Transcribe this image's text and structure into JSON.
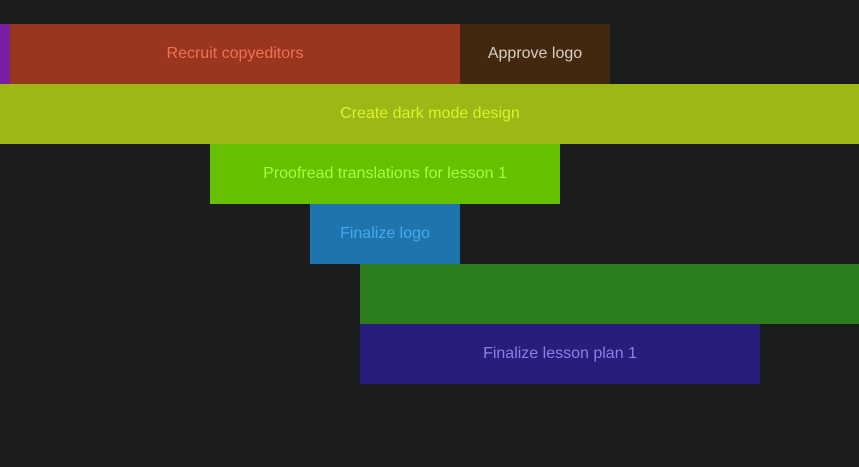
{
  "chart_data": {
    "type": "gantt",
    "tasks": [
      {
        "label": "",
        "start": 0,
        "end": 1,
        "row": 0,
        "color": "#7a1fa2",
        "text_color": "#c77dff"
      },
      {
        "label": "Recruit copyeditors",
        "start": 1,
        "end": 46,
        "row": 0,
        "color": "#9a3520",
        "text_color": "#f07052"
      },
      {
        "label": "Approve logo",
        "start": 46,
        "end": 61,
        "row": 0,
        "color": "#42280f",
        "text_color": "#d8cfc4"
      },
      {
        "label": "Create dark mode design",
        "start": 0,
        "end": 86,
        "row": 1,
        "color": "#9db714",
        "text_color": "#d9f22e"
      },
      {
        "label": "Proofread translations for lesson 1",
        "start": 21,
        "end": 56,
        "row": 2,
        "color": "#64c000",
        "text_color": "#a8ff38"
      },
      {
        "label": "Finalize logo",
        "start": 31,
        "end": 46,
        "row": 3,
        "color": "#2074ac",
        "text_color": "#45a8f0"
      },
      {
        "label": "",
        "start": 36,
        "end": 86,
        "row": 4,
        "color": "#2c7e1c",
        "text_color": "#5fd040"
      },
      {
        "label": "Finalize lesson plan 1",
        "start": 36,
        "end": 76,
        "row": 5,
        "color": "#261e79",
        "text_color": "#8f7de8"
      }
    ]
  }
}
